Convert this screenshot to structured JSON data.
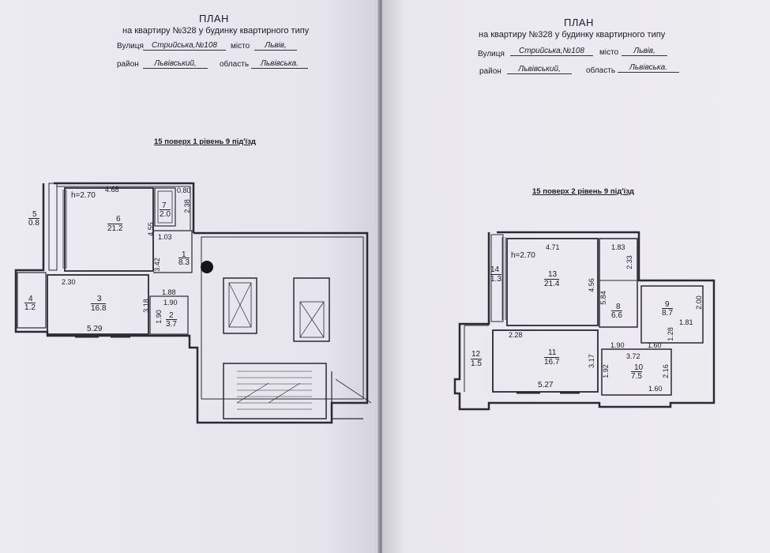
{
  "left": {
    "title": "ПЛАН",
    "subtitle": "на квартиру №328 у будинку квартирного типу",
    "street_label": "Вулиця",
    "street_value": "Стрийська,№108",
    "city_label": "місто",
    "city_value": "Львів,",
    "district_label": "район",
    "district_value": "Львівський,",
    "region_label": "область",
    "region_value": "Львівська.",
    "floor_label": "15 поверх 1 рівень 9 під'їзд",
    "ceiling": "h=2.70",
    "rooms": [
      {
        "num": "6",
        "area": "21.2"
      },
      {
        "num": "7",
        "area": "2.0"
      },
      {
        "num": "1",
        "area": "8.3"
      },
      {
        "num": "3",
        "area": "16.8"
      },
      {
        "num": "2",
        "area": "3.7"
      },
      {
        "num": "4",
        "area": "1.2"
      },
      {
        "num": "5",
        "area": "0.8"
      }
    ],
    "dims": {
      "d468": "4.68",
      "d080": "0.80",
      "d238": "2.38",
      "d455": "4.55",
      "d103": "1.03",
      "d342": "3.42",
      "d230": "2.30",
      "d188": "1.88",
      "d318": "3.18",
      "d190a": "1.90",
      "d190b": "1.90",
      "d529": "5.29"
    }
  },
  "right": {
    "title": "ПЛАН",
    "subtitle": "на квартиру №328 у будинку квартирного типу",
    "street_label": "Вулиця",
    "street_value": "Стрийська,№108",
    "city_label": "місто",
    "city_value": "Львів,",
    "district_label": "район",
    "district_value": "Львівський,",
    "region_label": "область",
    "region_value": "Львівська.",
    "floor_label": "15 поверх 2 рівень 9 під'їзд",
    "ceiling": "h=2.70",
    "rooms": [
      {
        "num": "14",
        "area": "1.3"
      },
      {
        "num": "13",
        "area": "21.4"
      },
      {
        "num": "8",
        "area": "6.6"
      },
      {
        "num": "9",
        "area": "8.7"
      },
      {
        "num": "12",
        "area": "1.5"
      },
      {
        "num": "11",
        "area": "16.7"
      },
      {
        "num": "10",
        "area": "7.5"
      }
    ],
    "dims": {
      "d471": "4.71",
      "d183": "1.83",
      "d233": "2.33",
      "d456": "4.56",
      "d584": "5.84",
      "d200": "2.00",
      "d181": "1.81",
      "d128": "1.28",
      "d228": "2.28",
      "d317": "3.17",
      "d190": "1.90",
      "d160a": "1.60",
      "d372": "3.72",
      "d192": "1.92",
      "d216": "2.16",
      "d160b": "1.60",
      "d527": "5.27"
    }
  }
}
